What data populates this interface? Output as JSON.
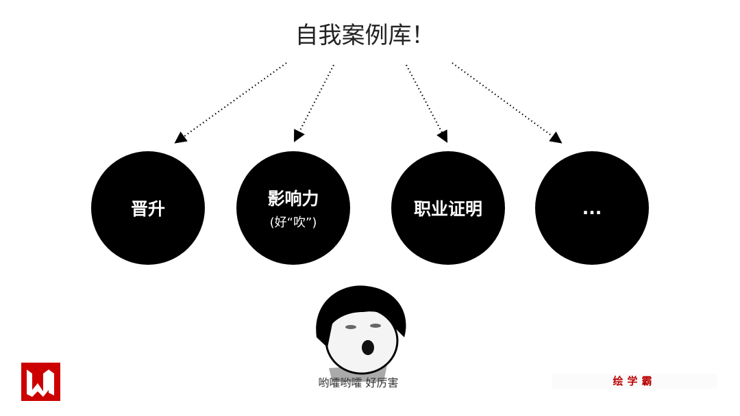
{
  "title": "自我案例库！",
  "circles": [
    {
      "label": "晋升"
    },
    {
      "label": "影响力",
      "sub": "(好“吹”)"
    },
    {
      "label": "职业证明"
    },
    {
      "label": "..."
    }
  ],
  "meme": {
    "caption": "哟嚯哟嚯 好厉害"
  },
  "brand": {
    "text": "绘学霸",
    "logo_letter": "W",
    "color": "#c00000"
  }
}
